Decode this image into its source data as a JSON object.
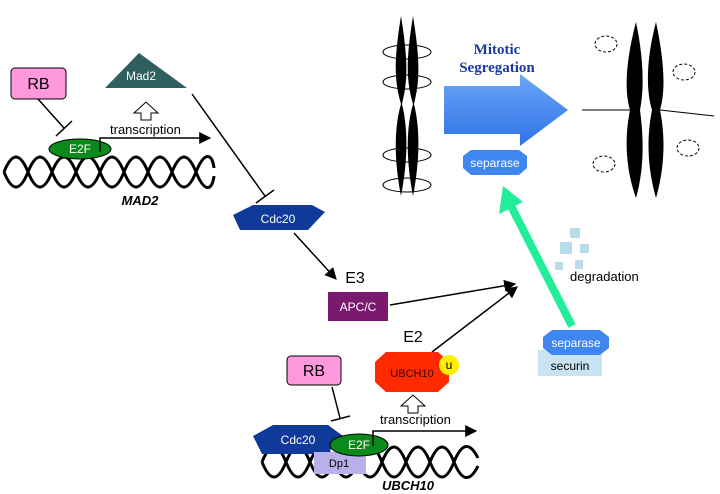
{
  "colors": {
    "rb_fill": "#ff99dd",
    "mad2_fill": "#2f5f5f",
    "e2f_fill": "#0a8a1a",
    "cdc20_fill": "#0f3a9a",
    "apcc_fill": "#7a1a6e",
    "ubch10_fill": "#ff2a00",
    "ubiquitin_fill": "#ffee00",
    "dp1_fill": "#b8b0e8",
    "separase_fill": "#3f86f0",
    "securin_fill": "#c8e4f0",
    "mitotic_arrow": "#3f86f0",
    "green_arrow": "#22ee99",
    "title_color": "#1a3aa0",
    "fragments": "#b8dce8"
  },
  "icons": {
    "mad2_shape": "triangle",
    "cdc20_shape": "pentagon",
    "separase_shape": "octagon",
    "dna": "helix-wave",
    "chromosome": "chromosome-icon"
  },
  "labels": {
    "rb_top": "RB",
    "mad2": "Mad2",
    "transcription_top": "transcription",
    "e2f_top": "E2F",
    "mad2_gene": "MAD2",
    "cdc20_mid": "Cdc20",
    "e3": "E3",
    "apcc": "APC/C",
    "e2": "E2",
    "ubch10": "UBCH10",
    "ubiquitin": "u",
    "rb_bottom": "RB",
    "transcription_bottom": "transcription",
    "cdc20_bottom": "Cdc20",
    "e2f_bottom": "E2F",
    "dp1": "Dp1",
    "ubch10_gene": "UBCH10",
    "mitotic_line1": "Mitotic",
    "mitotic_line2": "Segregation",
    "separase_top": "separase",
    "degradation": "degradation",
    "separase_bottom": "separase",
    "securin": "securin"
  }
}
